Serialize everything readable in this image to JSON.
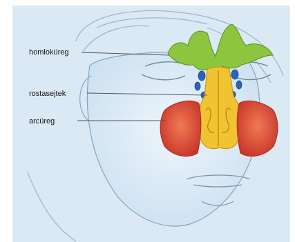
{
  "labels": {
    "frontal_sinus": "homloküreg",
    "ethmoid_cells": "rostasejtek",
    "maxillary_sinus": "arcüreg"
  },
  "colors": {
    "background": "#daeaf6",
    "outline": "#8aa4b8",
    "frontal_sinus": "#8cc63f",
    "ethmoid_cells": "#2f63b8",
    "nasal_structure": "#f2c330",
    "maxillary_sinus": "#e04a32"
  }
}
